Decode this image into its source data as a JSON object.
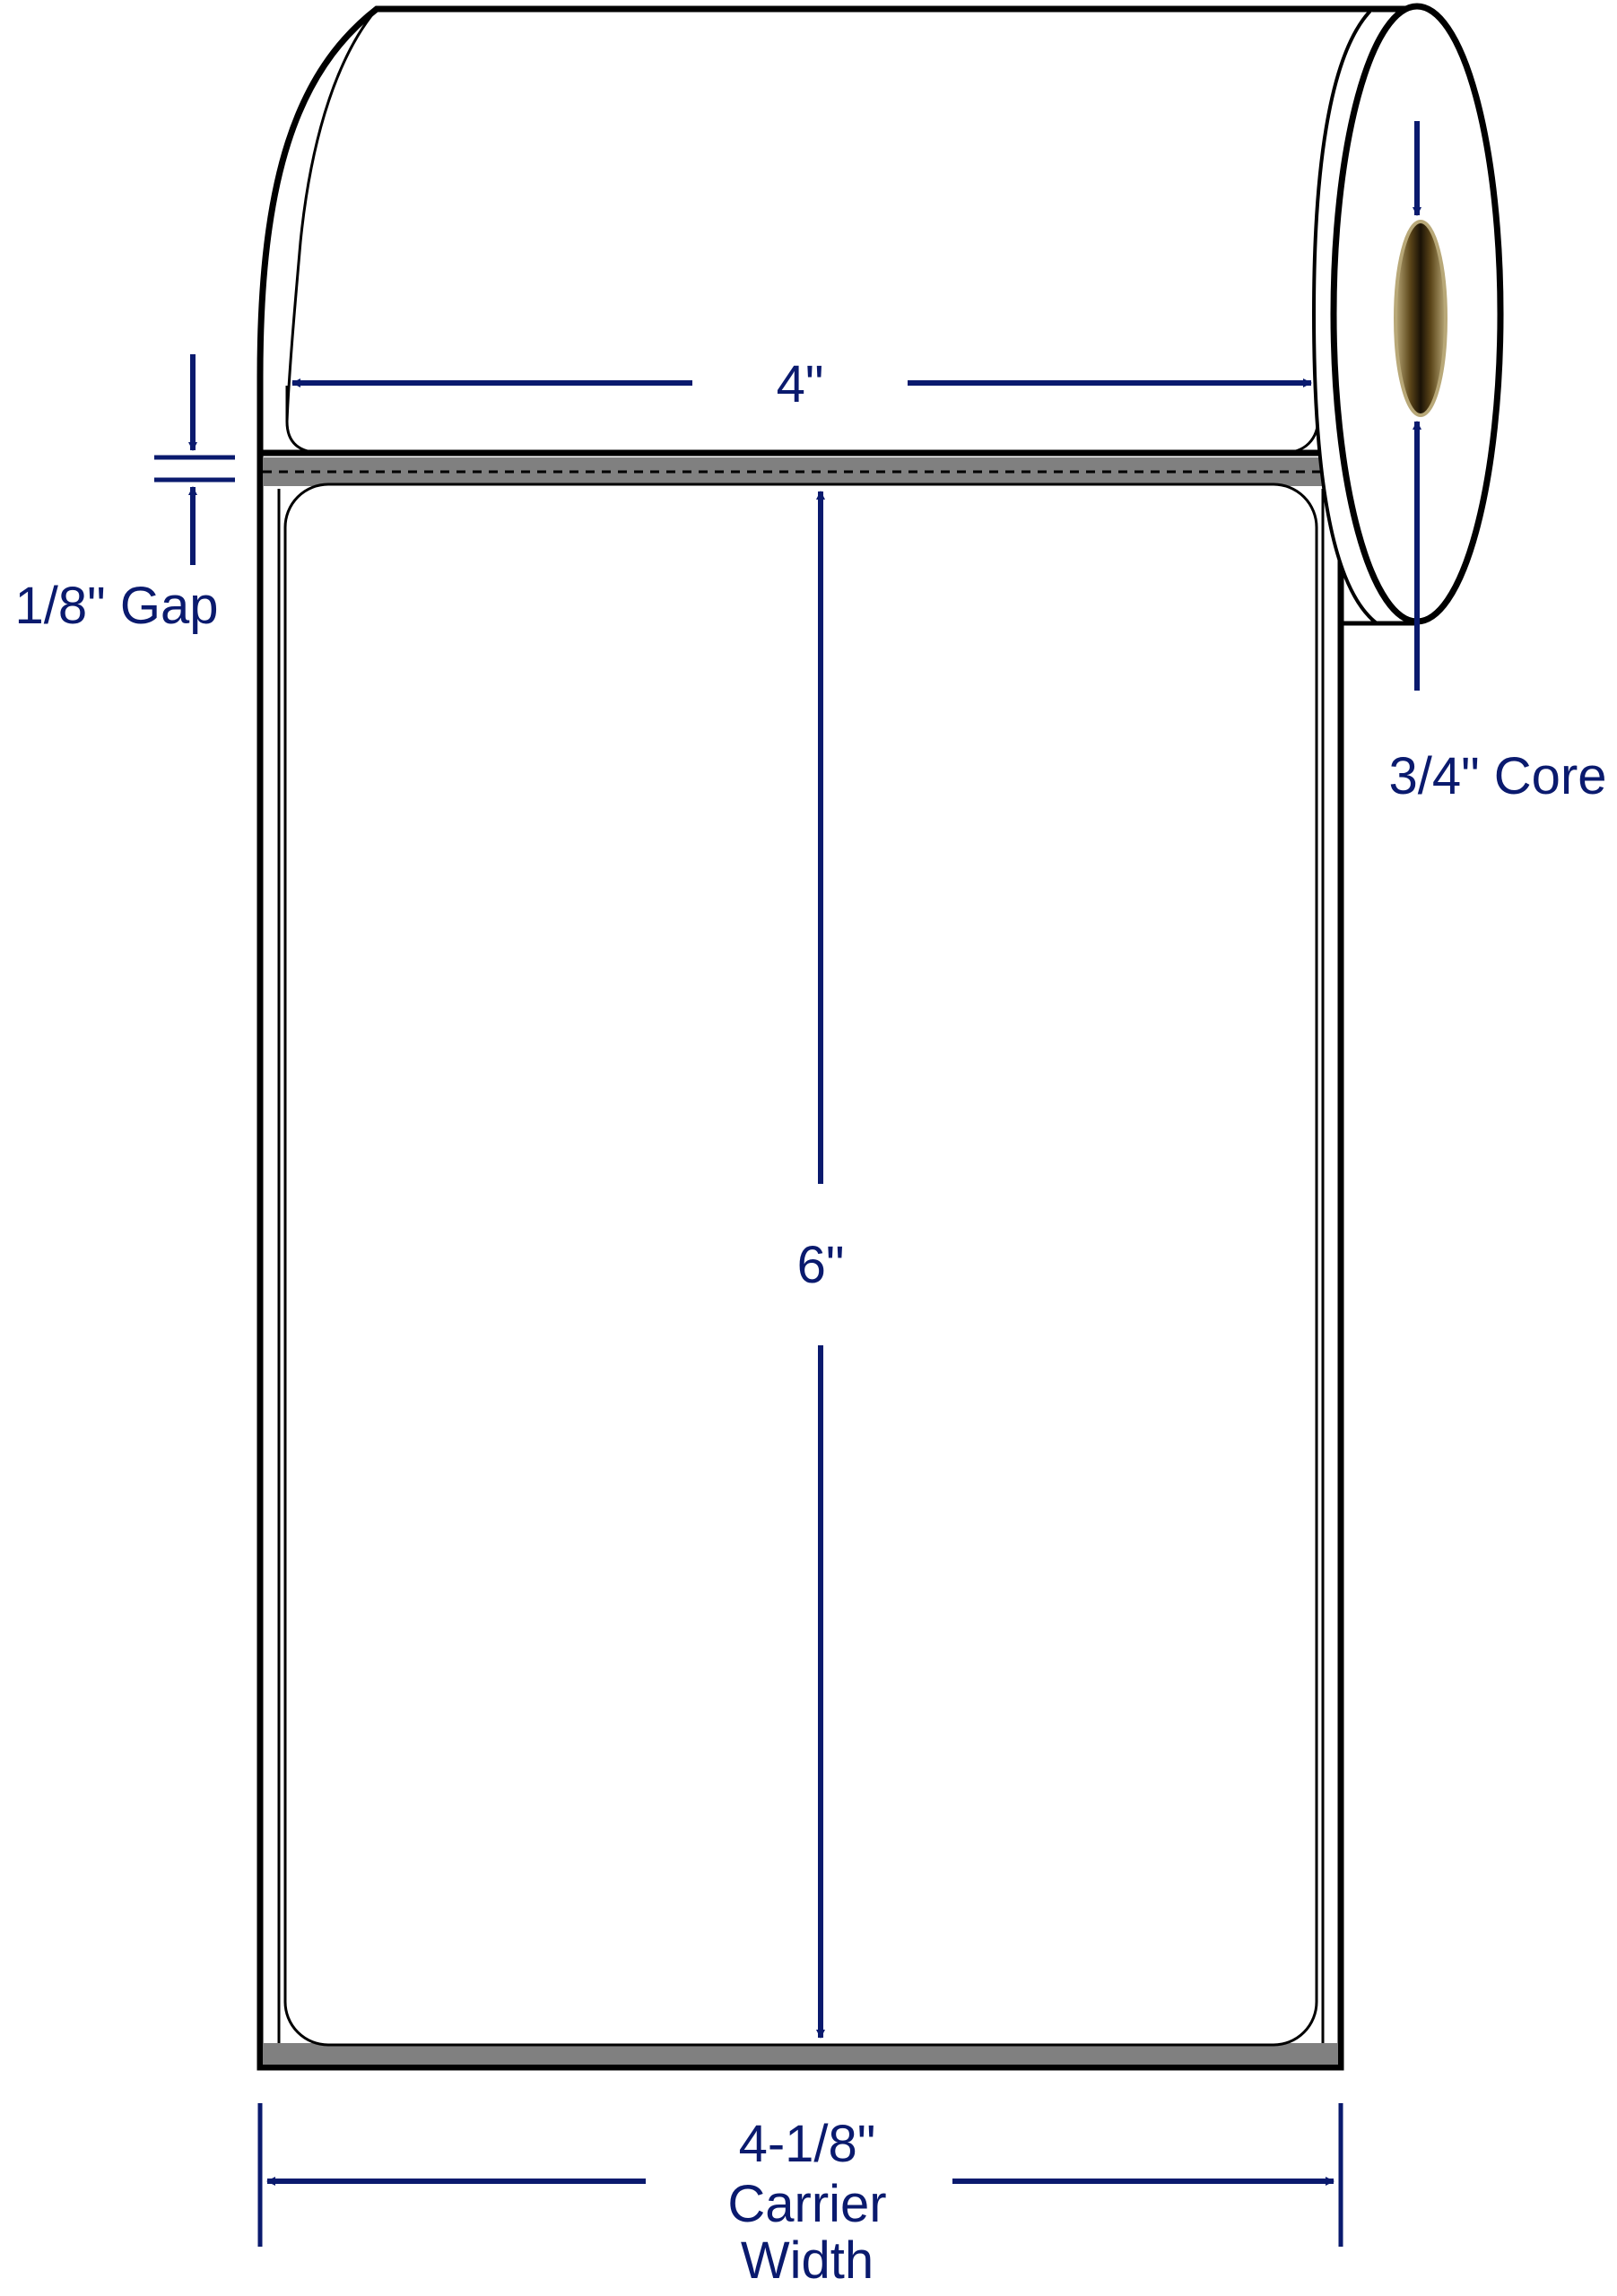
{
  "colors": {
    "dimension": "#0a1a6e",
    "outline": "#000000",
    "gap_band": "#808080",
    "core_dark": "#3a2c10",
    "core_light": "#b8a878"
  },
  "labels": {
    "label_width": "4\"",
    "label_height": "6\"",
    "gap": "1/8\" Gap",
    "core": "3/4\" Core",
    "carrier_line1": "4-1/8\"",
    "carrier_line2": "Carrier",
    "carrier_line3": "Width"
  }
}
